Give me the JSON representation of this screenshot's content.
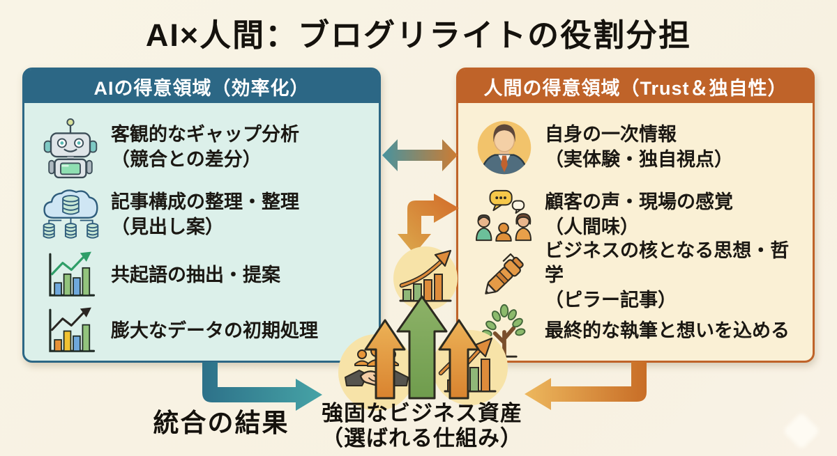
{
  "title": "AI×人間：ブログリライトの役割分担",
  "left_panel": {
    "header": "AIの得意領域（効率化）",
    "items": [
      {
        "icon": "robot-icon",
        "line1": "客観的なギャップ分析",
        "line2": "（競合との差分）"
      },
      {
        "icon": "cloud-database-icon",
        "line1": "記事構成の整理・整理",
        "line2": "（見出し案）"
      },
      {
        "icon": "keyword-chart-icon",
        "line1": "共起語の抽出・提案",
        "line2": ""
      },
      {
        "icon": "data-chart-icon",
        "line1": "膨大なデータの初期処理",
        "line2": ""
      }
    ]
  },
  "right_panel": {
    "header": "人間の得意領域（Trust＆独自性）",
    "items": [
      {
        "icon": "businessman-icon",
        "line1": "自身の一次情報",
        "line2": "（実体験・独自視点）"
      },
      {
        "icon": "conversation-icon",
        "line1": "顧客の声・現場の感覚",
        "line2": "（人間味）"
      },
      {
        "icon": "pen-icon",
        "line1": "ビジネスの核となる思想・哲学",
        "line2": "（ピラー記事）"
      },
      {
        "icon": "tree-icon",
        "line1": "最終的な執筆と想いを込める",
        "line2": ""
      }
    ]
  },
  "footer": {
    "integration_label": "統合の結果",
    "asset_line1": "強固なビジネス資産",
    "asset_line2": "（選ばれる仕組み）"
  },
  "colors": {
    "background": "#f8f3e4",
    "left_header": "#2c6785",
    "left_body": "#dcf0ea",
    "right_header": "#bf6329",
    "right_body": "#faf0d5",
    "teal_arrow": "#3a8f9b",
    "orange_arrow": "#cf7c2e",
    "green_arrow": "#7fa55c",
    "circle_bg": "#f7e3a8"
  }
}
